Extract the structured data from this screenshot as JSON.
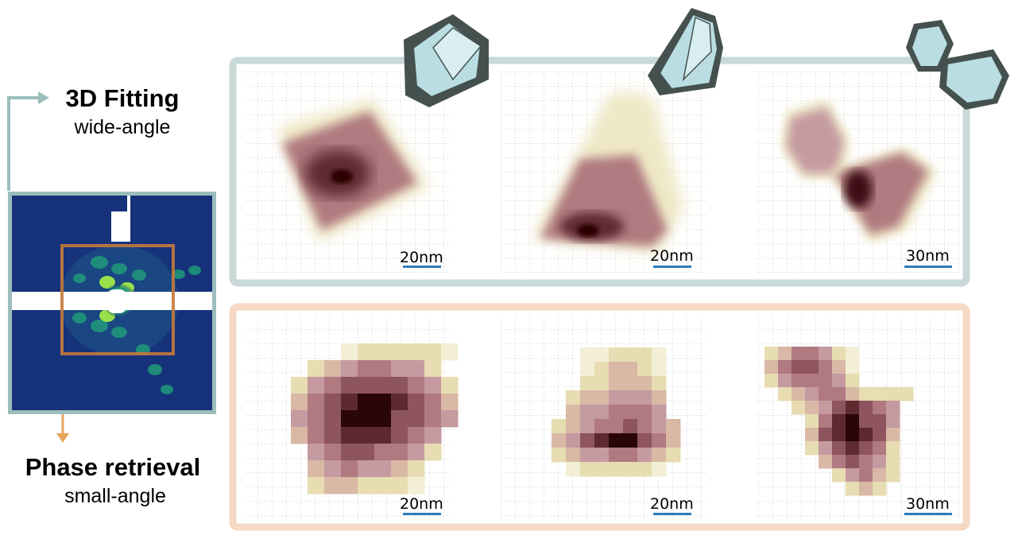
{
  "wide_angle": {
    "title": "3D Fitting",
    "subtitle": "wide-angle"
  },
  "small_angle": {
    "title": "Phase retrieval",
    "subtitle": "small-angle"
  },
  "panels": {
    "top": [
      "20nm",
      "20nm",
      "30nm"
    ],
    "bottom": [
      "20nm",
      "20nm",
      "30nm"
    ]
  },
  "colors": {
    "top_frame": "#c9d9d8",
    "bottom_frame": "#f6d9c4",
    "scale_bar": "#2d7bbd",
    "crystal_face": "#b9dde2",
    "crystal_dark": "#45514f",
    "density_dark": "#2a0606",
    "density_mid": "#b07a80",
    "density_light": "#eee8c5",
    "detector_bg": "#16327a",
    "wide_arrow": "#9bbebb",
    "small_arrow": "#e7a65f",
    "roi_box": "#c77a3c"
  }
}
